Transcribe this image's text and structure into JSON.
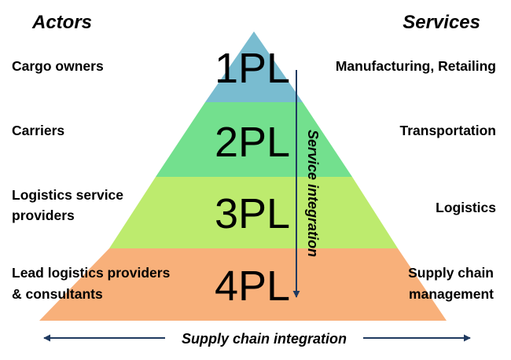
{
  "headers": {
    "actors": "Actors",
    "services": "Services"
  },
  "tiers": [
    {
      "label": "1PL",
      "actor": [
        "Cargo owners"
      ],
      "service": [
        "Manufacturing, Retailing"
      ],
      "color": "#79BCD0"
    },
    {
      "label": "2PL",
      "actor": [
        "Carriers"
      ],
      "service": [
        "Transportation"
      ],
      "color": "#73E08E"
    },
    {
      "label": "3PL",
      "actor": [
        "Logistics service",
        "providers"
      ],
      "service": [
        "Logistics"
      ],
      "color": "#BDEB6E"
    },
    {
      "label": "4PL",
      "actor": [
        "Lead logistics providers",
        "& consultants"
      ],
      "service": [
        "Supply chain",
        "management"
      ],
      "color": "#F8B07A"
    }
  ],
  "arrows": {
    "vertical_label": "Service integration",
    "horizontal_label": "Supply chain integration",
    "color": "#1F3A60"
  }
}
